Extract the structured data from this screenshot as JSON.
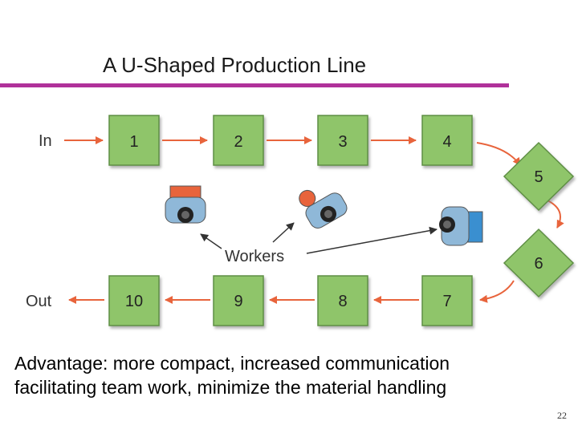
{
  "slide": {
    "title": "A U-Shaped Production Line",
    "caption_line1": "Advantage: more compact, increased communication",
    "caption_line2": "facilitating team work, minimize the material handling",
    "page_number": "22"
  },
  "diagram": {
    "in_label": "In",
    "out_label": "Out",
    "workers_label": "Workers",
    "stations": [
      "1",
      "2",
      "3",
      "4",
      "5",
      "6",
      "7",
      "8",
      "9",
      "10"
    ],
    "colors": {
      "station_fill": "#8fc56a",
      "station_stroke": "#5f8f45",
      "arrow": "#e8643c",
      "worker_arrow": "#333333"
    }
  }
}
